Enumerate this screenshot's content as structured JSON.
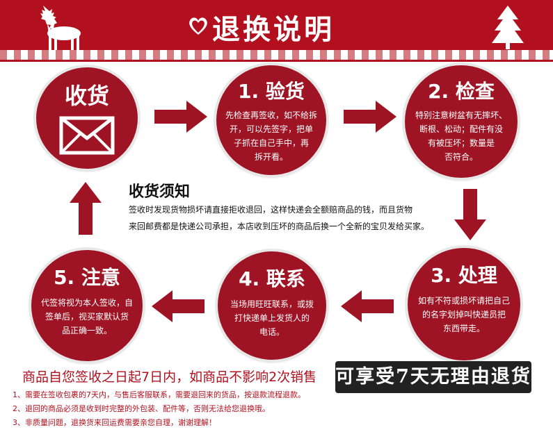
{
  "header": {
    "title": "退换说明",
    "colors": {
      "band": "#b2101e",
      "circle": "#9e1424"
    }
  },
  "steps": {
    "receive": {
      "title": "收货"
    },
    "inspect": {
      "title": "1. 验货",
      "lines": [
        "先检查再签收，如不给拆",
        "开，可以先签字，把单",
        "子抓在自己手中，再",
        "拆开看。"
      ]
    },
    "check": {
      "title": "2. 检查",
      "lines": [
        "特别注意树盆有无摔坏、",
        "断根、松动；配件有没",
        "有被压坏；数量是",
        "否符合。"
      ]
    },
    "handle": {
      "title": "3. 处理",
      "lines": [
        "如有不符或损坏请把自己",
        "的名字划掉叫快递员把",
        "东西带走。"
      ]
    },
    "contact": {
      "title": "4. 联系",
      "lines": [
        "当场用旺旺联系，或拨",
        "打快递单上发货人的",
        "电话。"
      ]
    },
    "attention": {
      "title": "5. 注意",
      "lines": [
        "代签将视为本人签收，自",
        "签单后，视买家默认货",
        "品正确一致。"
      ]
    }
  },
  "notice": {
    "title": "收货须知",
    "line1": "签收时发现货物损坏请直接拒收退回，这样快递会全额赔商品的钱，而且货物",
    "line2": "来回邮费都是快递公司承担，本店收到压坏的商品后换一个全新的宝贝发给买家。"
  },
  "promise": "商品自您签收之日起7日内，如商品不影响2次销售",
  "badge": "可享受7天无理由退货",
  "rules": [
    "1、需要在签收包裹的7天内，与售后客服联系，需要退回来的货品，按退款流程退款。",
    "2、退回的商品必须是收到时完整的外包装、配件等，否则无法给您退换哦。",
    "3、非质量问题，退换货来回运费需要亲您自理，谢谢理解！"
  ]
}
